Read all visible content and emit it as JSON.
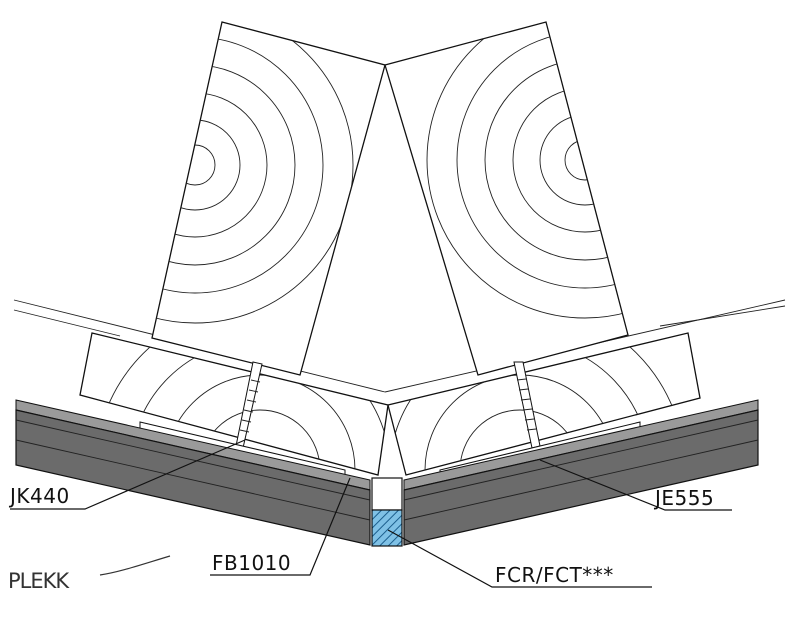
{
  "labels": {
    "jk440": "JK440",
    "fb1010": "FB1010",
    "je555": "JE555",
    "fcr_fct": "FCR/FCT***"
  },
  "handwritten_note": "PLEKK",
  "colors": {
    "panel": "#6b6b6b",
    "panel_light": "#9a9a9a",
    "joint_fill": "#5aa7d8",
    "line": "#111111"
  }
}
